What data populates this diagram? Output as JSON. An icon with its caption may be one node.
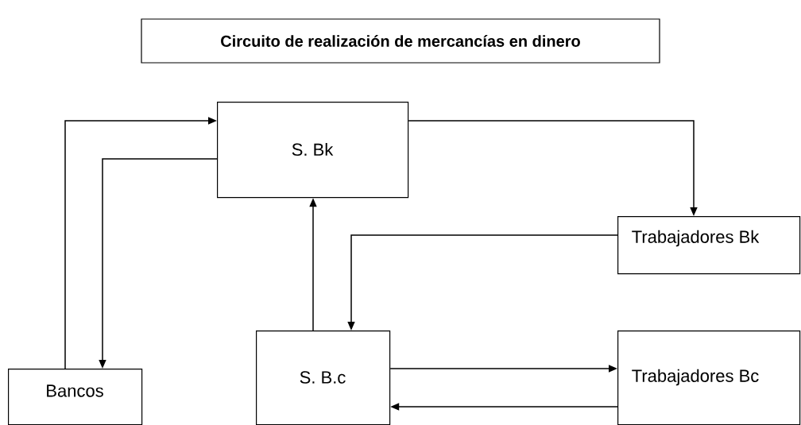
{
  "diagram": {
    "title": "Circuito de realización de mercancías en dinero",
    "nodes": [
      {
        "text": [
          "S. Bk"
        ]
      },
      {
        "text": [
          "Trabajadores Bk"
        ]
      },
      {
        "text": [
          "S. B.c"
        ]
      },
      {
        "text": [
          "Trabajadores Bc"
        ]
      },
      {
        "text": [
          "Bancos"
        ]
      }
    ],
    "edges": [
      {
        "from": 4,
        "to": 0,
        "arrow": "to"
      },
      {
        "from": 0,
        "to": 4,
        "arrow": "to"
      },
      {
        "from": 0,
        "to": 1,
        "arrow": "to"
      },
      {
        "from": 1,
        "to": 2,
        "arrow": "to"
      },
      {
        "from": 2,
        "to": 0,
        "arrow": "to"
      },
      {
        "from": 2,
        "to": 3,
        "arrow": "to"
      },
      {
        "from": 3,
        "to": 2,
        "arrow": "to"
      }
    ]
  }
}
